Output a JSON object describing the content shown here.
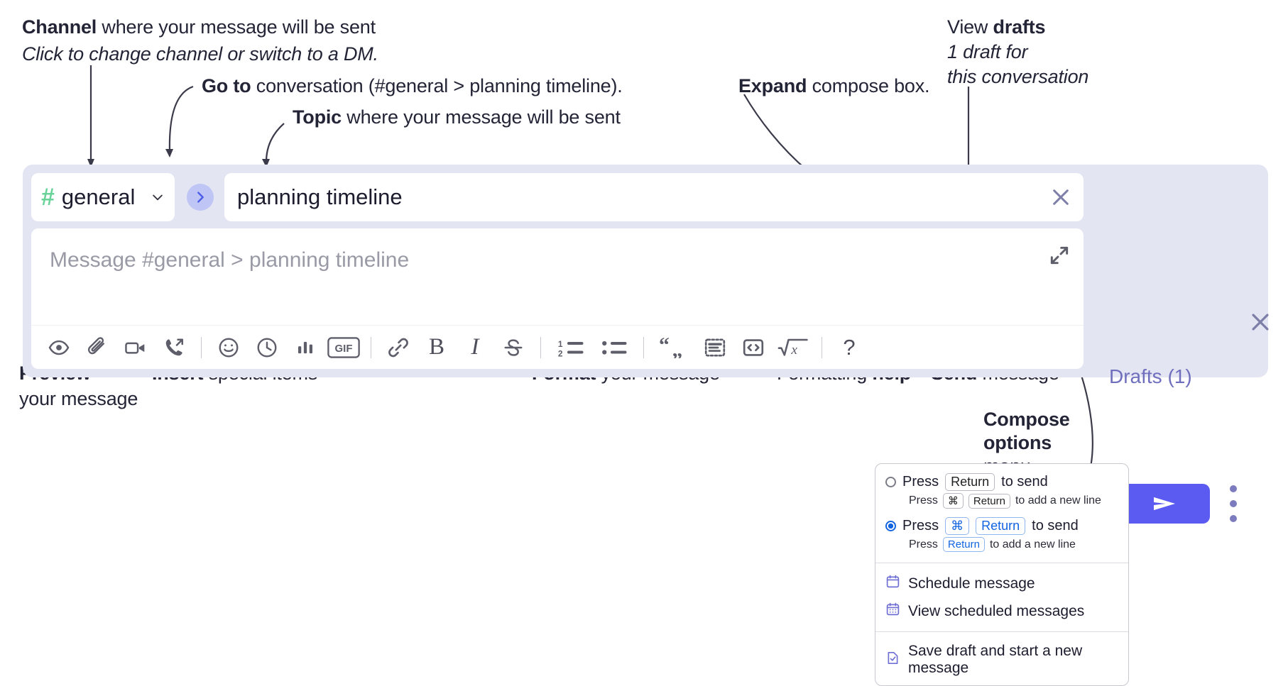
{
  "annotations": {
    "channel": {
      "bold": "Channel",
      "rest": " where your message will be sent",
      "sub": "Click to change channel or switch to a DM."
    },
    "goto": {
      "bold": "Go to",
      "rest": " conversation (#general > planning timeline)."
    },
    "topic": {
      "bold": "Topic",
      "rest": " where your message will be sent"
    },
    "expand": {
      "bold": "Expand",
      "rest": " compose box."
    },
    "drafts": {
      "plain": "View ",
      "bold": "drafts",
      "sub1": "1 draft for",
      "sub2": "this conversation"
    },
    "preview": {
      "bold": "Preview",
      "sub": "your message"
    },
    "insert": {
      "bold": "Insert",
      "rest": " special items"
    },
    "format": {
      "bold": "Format",
      "rest": " your message"
    },
    "help": {
      "plain": "Formatting ",
      "bold": "help"
    },
    "send": {
      "bold": "Send",
      "rest": " message"
    },
    "compose_options": {
      "bold1": "Compose",
      "bold2": "options",
      "rest": "menu"
    }
  },
  "compose": {
    "channel_name": "general",
    "hash_symbol": "#",
    "topic_value": "planning timeline",
    "message_placeholder": "Message #general > planning timeline",
    "drafts_label": "Drafts (1)",
    "toolbar_help": "?",
    "toolbar_items": [
      {
        "name": "preview-icon",
        "kind": "icon"
      },
      {
        "name": "attachment-icon",
        "kind": "icon"
      },
      {
        "name": "video-icon",
        "kind": "icon"
      },
      {
        "name": "audio-clip-icon",
        "kind": "icon"
      },
      {
        "name": "separator",
        "kind": "sep"
      },
      {
        "name": "emoji-icon",
        "kind": "icon"
      },
      {
        "name": "clock-icon",
        "kind": "icon"
      },
      {
        "name": "poll-icon",
        "kind": "icon"
      },
      {
        "name": "gif-icon",
        "kind": "icon",
        "label": "GIF"
      },
      {
        "name": "separator",
        "kind": "sep"
      },
      {
        "name": "link-icon",
        "kind": "icon"
      },
      {
        "name": "bold-icon",
        "kind": "icon",
        "label": "B"
      },
      {
        "name": "italic-icon",
        "kind": "icon",
        "label": "I"
      },
      {
        "name": "strikethrough-icon",
        "kind": "icon"
      },
      {
        "name": "separator",
        "kind": "sep"
      },
      {
        "name": "ordered-list-icon",
        "kind": "icon"
      },
      {
        "name": "bulleted-list-icon",
        "kind": "icon"
      },
      {
        "name": "separator",
        "kind": "sep"
      },
      {
        "name": "blockquote-icon",
        "kind": "icon"
      },
      {
        "name": "code-block-icon",
        "kind": "icon"
      },
      {
        "name": "code-icon",
        "kind": "icon"
      },
      {
        "name": "math-icon",
        "kind": "icon"
      },
      {
        "name": "separator",
        "kind": "sep"
      },
      {
        "name": "formatting-help-icon",
        "kind": "text",
        "label": "?"
      }
    ]
  },
  "menu": {
    "option1": {
      "pre": "Press ",
      "key": "Return",
      "post": " to send",
      "selected": false,
      "sub_pre": "Press ",
      "sub_key1": "⌘",
      "sub_key2": "Return",
      "sub_post": " to add a new line"
    },
    "option2": {
      "pre": "Press ",
      "key1": "⌘",
      "key2": "Return",
      "post": " to send",
      "selected": true,
      "sub_pre": "Press ",
      "sub_key": "Return",
      "sub_post": " to add a new line"
    },
    "items": [
      {
        "icon": "calendar-icon",
        "label": "Schedule message"
      },
      {
        "icon": "calendar-grid-icon",
        "label": "View scheduled messages"
      },
      {
        "icon": "save-draft-icon",
        "label": "Save draft and start a new message"
      }
    ]
  },
  "colors": {
    "panel_bg": "#e4e5f2",
    "send_button": "#5b5bf2",
    "hash_green": "#6ad39a",
    "goto_circle": "#bfc5f5",
    "drafts_text": "#6f6fbe",
    "accent_blue": "#1264e0",
    "menu_icon_purple": "#6f6fd4"
  }
}
